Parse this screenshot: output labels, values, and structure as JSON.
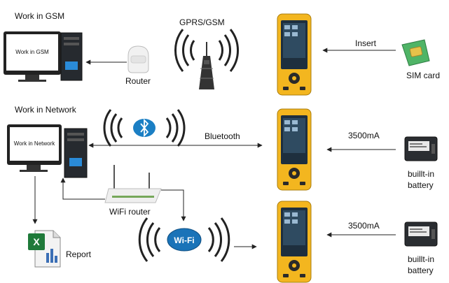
{
  "sections": {
    "gsm": "Work in GSM",
    "network": "Work in Network"
  },
  "monitors": {
    "gsm_screen": "Work in GSM",
    "network_screen": "Work in Network"
  },
  "labels": {
    "gprs": "GPRS/GSM",
    "insert": "Insert",
    "sim_card": "SIM card",
    "router": "Router",
    "bluetooth": "Bluetooth",
    "wifi_router": "WiFi router",
    "report": "Report",
    "battery_capacity_1": "3500mA",
    "battery_capacity_2": "3500mA",
    "battery_label_1_line1": "buillt-in",
    "battery_label_1_line2": "battery",
    "battery_label_2_line1": "buillt-in",
    "battery_label_2_line2": "battery",
    "wifi_badge": "Wi-Fi"
  },
  "icons": {
    "excel_letter": "X"
  },
  "colors": {
    "device_body": "#f3b61f",
    "device_screen": "#1e2f3e",
    "bluetooth_blue": "#1b7fc4",
    "wifi_blue": "#1a73b8",
    "sim_green": "#3aa35a",
    "excel_green": "#1f7a3a",
    "line": "#222222"
  }
}
